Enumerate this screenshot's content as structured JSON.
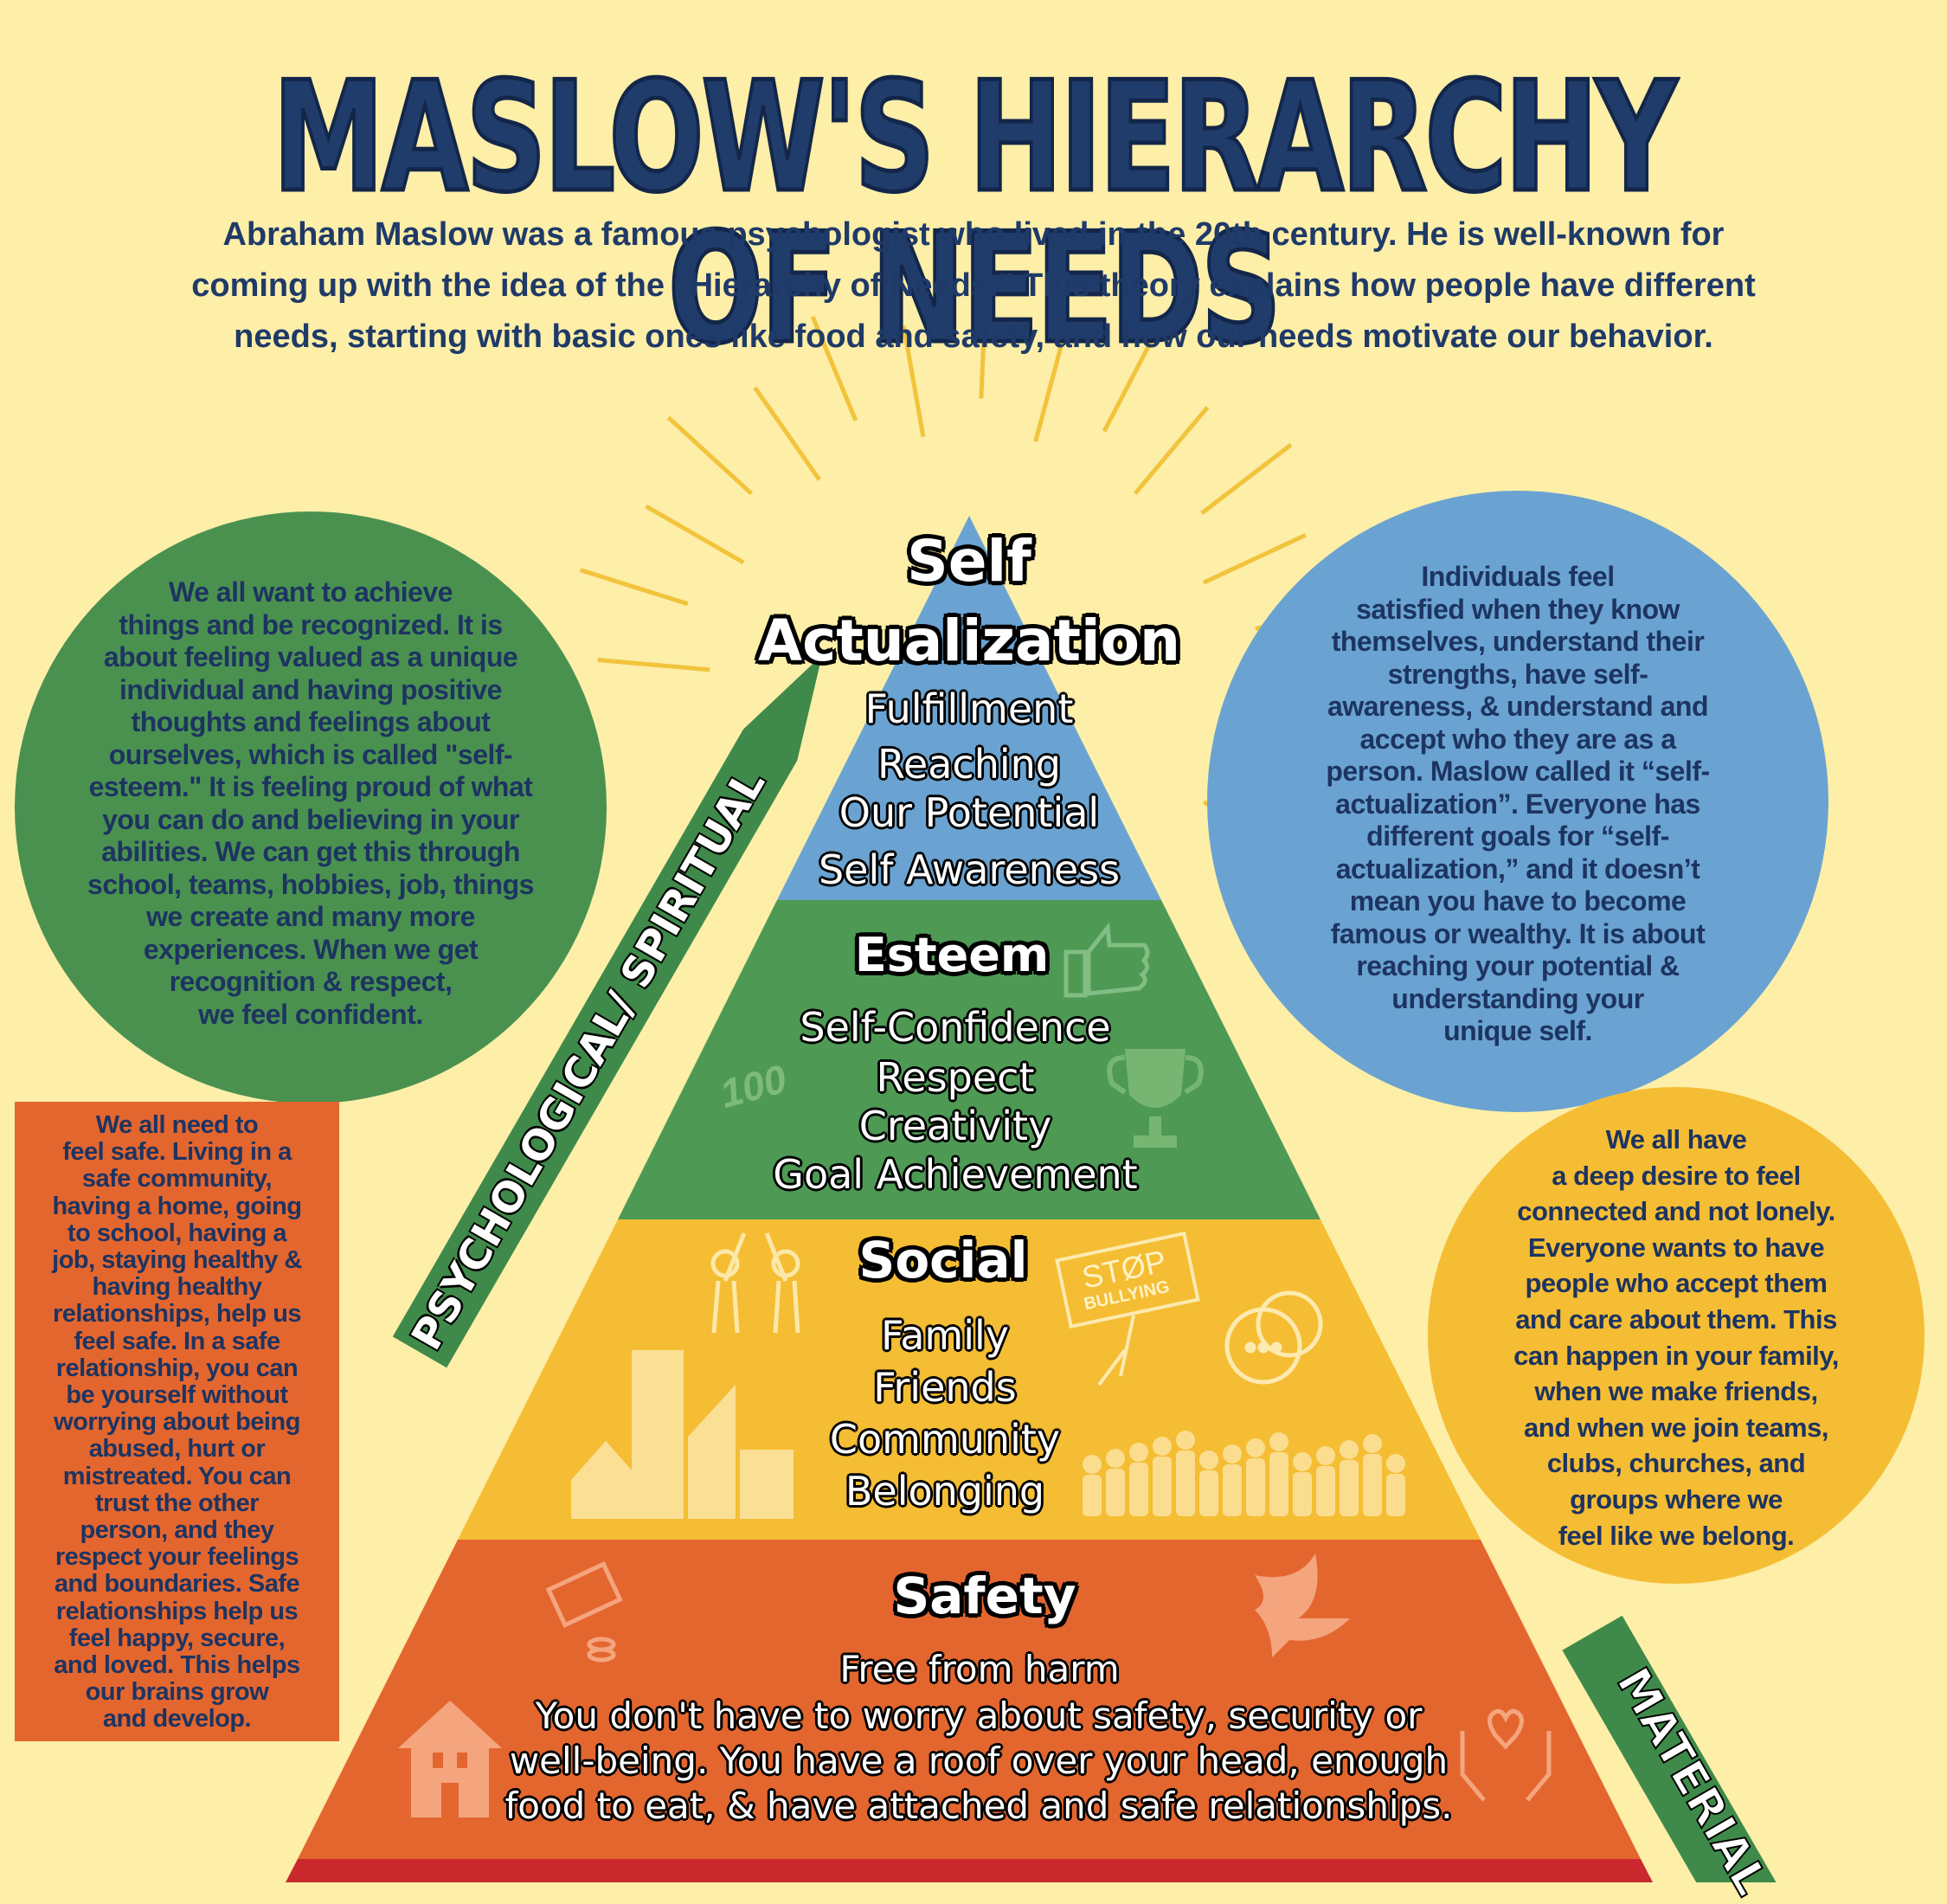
{
  "title": "MASLOW'S HIERARCHY OF NEEDS",
  "intro": [
    "Abraham Maslow was a famous psychologist who lived in the 20th century. He is well-known for",
    "coming up with the idea of the \"Hierarchy of Needs.\" This theory explains how people have different",
    "needs, starting with basic ones like food and safety, and how our needs motivate our behavior."
  ],
  "colors": {
    "background": "#fdeea8",
    "title": "#1f3c6b",
    "self_actualization": "#6aa3d1",
    "esteem": "#4e9a55",
    "social": "#f5bd34",
    "safety": "#e4662f",
    "base": "#c9282d",
    "rays": "#f2c33b"
  },
  "levels": {
    "self_actualization": {
      "title_1": "Self",
      "title_2": "Actualization",
      "items": [
        "Fulfillment",
        "Reaching",
        "Our Potential",
        "Self Awareness"
      ]
    },
    "esteem": {
      "title": "Esteem",
      "items": [
        "Self-Confidence",
        "Respect",
        "Creativity",
        "Goal Achievement"
      ]
    },
    "social": {
      "title": "Social",
      "items": [
        "Family",
        "Friends",
        "Community",
        "Belonging"
      ]
    },
    "safety": {
      "title": "Safety",
      "items": [
        "Free from harm",
        "You don't have to worry about  safety, security or",
        "well-being. You have a  roof over your head, enough",
        "food to eat, & have attached and safe relationships."
      ]
    }
  },
  "banners": {
    "psychological": "PSYCHOLOGICAL/ SPIRITUAL",
    "material": "MATERIAL"
  },
  "icon_text": {
    "hundred": "100",
    "stop": "STØP",
    "bullying": "BULLYING"
  },
  "esteem_note": [
    "We all want to achieve",
    "things and be recognized. It is",
    "about feeling valued as a unique",
    "individual and having positive",
    "thoughts and feelings about",
    "ourselves, which is called \"self-",
    "esteem.\" It is feeling proud of what",
    "you can do and believing in your",
    "abilities. We can get this through",
    "school, teams, hobbies, job, things",
    "we create and many more",
    "experiences. When we get",
    "recognition & respect,",
    "we feel confident."
  ],
  "self_actualization_note": [
    "Individuals feel",
    "satisfied when they know",
    "themselves, understand their",
    "strengths, have self-",
    "awareness, & understand and",
    "accept who they are as a",
    "person. Maslow called it “self-",
    "actualization”. Everyone has",
    "different goals for “self-",
    "actualization,” and it doesn’t",
    "mean you have to become",
    "famous or wealthy. It is about",
    "reaching your potential &",
    "understanding your",
    "unique self."
  ],
  "safety_note": [
    "We all need to",
    "feel safe. Living in a",
    "safe community,",
    "having a home, going",
    "to school, having a",
    "job, staying healthy &",
    "having healthy",
    "relationships, help us",
    "feel safe. In a safe",
    "relationship, you can",
    "be yourself without",
    "worrying about being",
    "abused, hurt or",
    "mistreated. You can",
    "trust the other",
    "person, and they",
    "respect your feelings",
    "and boundaries. Safe",
    "relationships help us",
    "feel happy, secure,",
    "and loved. This helps",
    "our brains grow",
    "and develop."
  ],
  "social_note": [
    "We all have",
    "a deep desire to feel",
    "connected and not lonely.",
    "Everyone wants to have",
    "people who accept them",
    "and care about them. This",
    "can happen in your family,",
    "when we make friends,",
    "and when we join teams,",
    "clubs, churches, and",
    "groups where we",
    "feel like we belong."
  ]
}
